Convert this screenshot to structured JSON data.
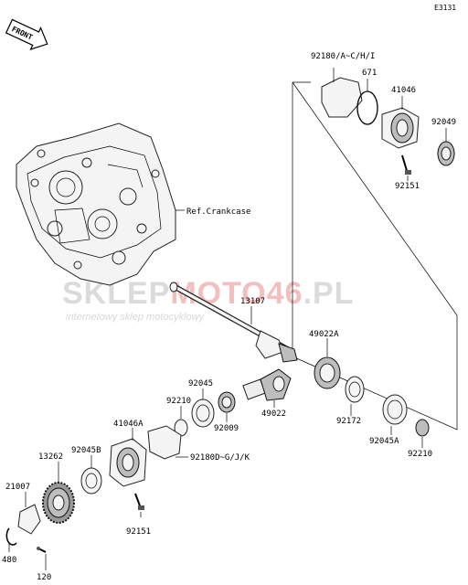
{
  "diagram_code": "E3131",
  "front_label": "FRONT",
  "watermark": {
    "brand_a": "SKLEP",
    "brand_b": "MOTO",
    "brand_c": "46",
    "brand_d": ".PL",
    "tagline": "internetowy sklep motocyklowy"
  },
  "reference": "Ref.Crankcase",
  "colors": {
    "watermark_red": "#f2b8b8",
    "watermark_gray": "#d8d8d8"
  },
  "labels": {
    "p92180_top": "92180/A~C/H/I",
    "p671": "671",
    "p41046": "41046",
    "p92049": "92049",
    "p92151_top": "92151",
    "p13107": "13107",
    "p49022A": "49022A",
    "p92045": "92045",
    "p92210_left": "92210",
    "p92009": "92009",
    "p49022": "49022",
    "p92172": "92172",
    "p92045A": "92045A",
    "p92210_right": "92210",
    "p41046A": "41046A",
    "p92180D": "92180D~G/J/K",
    "p92045B": "92045B",
    "p13262": "13262",
    "p21007": "21007",
    "p92151_bottom": "92151",
    "p480": "480",
    "p120": "120"
  }
}
